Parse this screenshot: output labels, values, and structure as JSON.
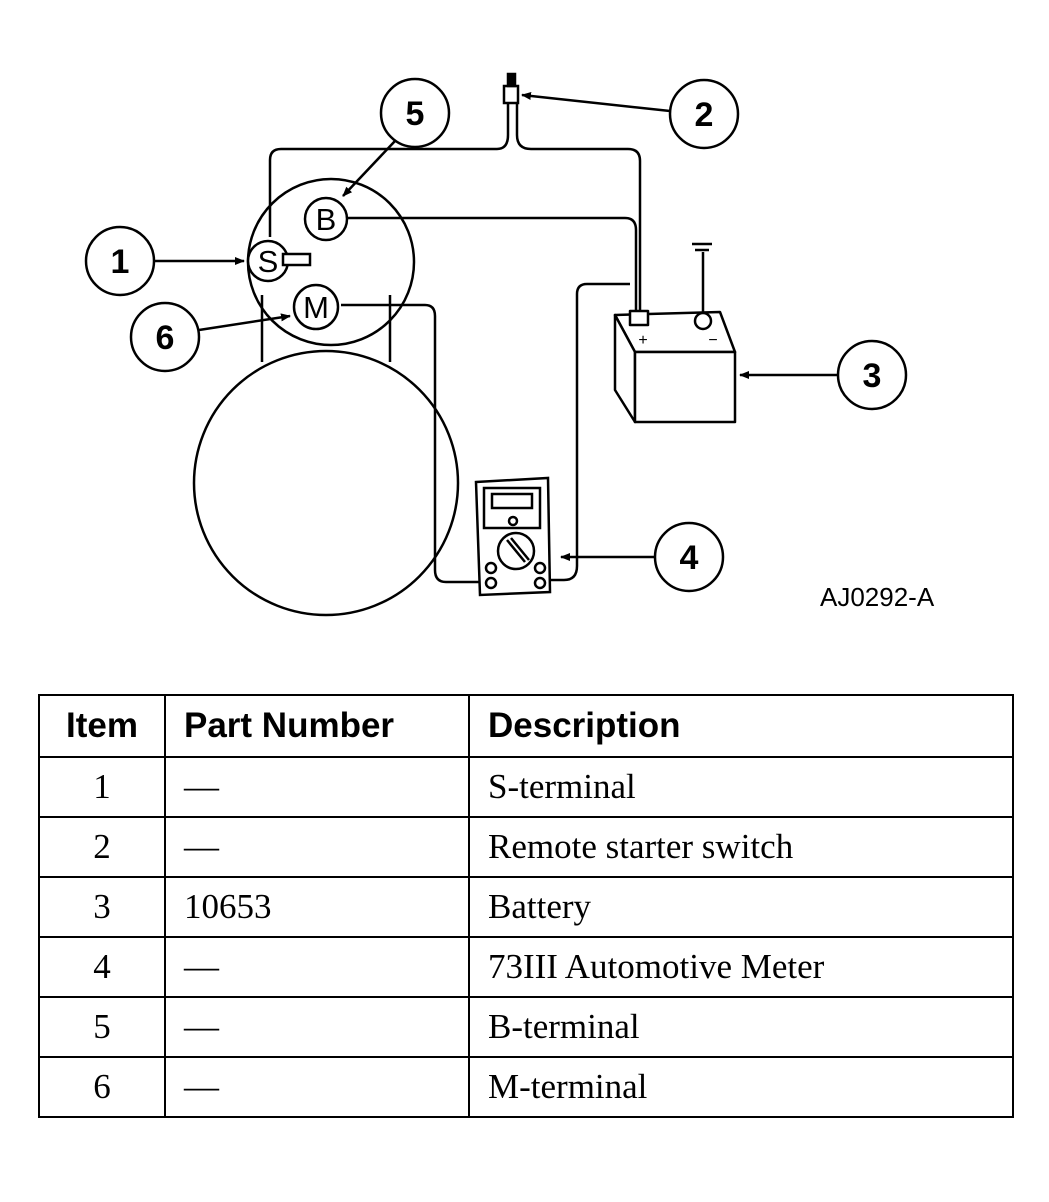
{
  "diagram": {
    "callouts": [
      "1",
      "2",
      "3",
      "4",
      "5",
      "6"
    ],
    "terminals": {
      "s": "S",
      "b": "B",
      "m": "M"
    },
    "battery_marks": {
      "positive": "+",
      "negative": "−",
      "ground": "≡"
    },
    "figure_id": "AJ0292-A"
  },
  "table": {
    "headers": {
      "item": "Item",
      "part_number": "Part Number",
      "description": "Description"
    },
    "rows": [
      {
        "item": "1",
        "part_number": "—",
        "description": "S-terminal"
      },
      {
        "item": "2",
        "part_number": "—",
        "description": "Remote starter switch"
      },
      {
        "item": "3",
        "part_number": "10653",
        "description": "Battery"
      },
      {
        "item": "4",
        "part_number": "—",
        "description": "73III Automotive Meter"
      },
      {
        "item": "5",
        "part_number": "—",
        "description": "B-terminal"
      },
      {
        "item": "6",
        "part_number": "—",
        "description": "M-terminal"
      }
    ]
  }
}
